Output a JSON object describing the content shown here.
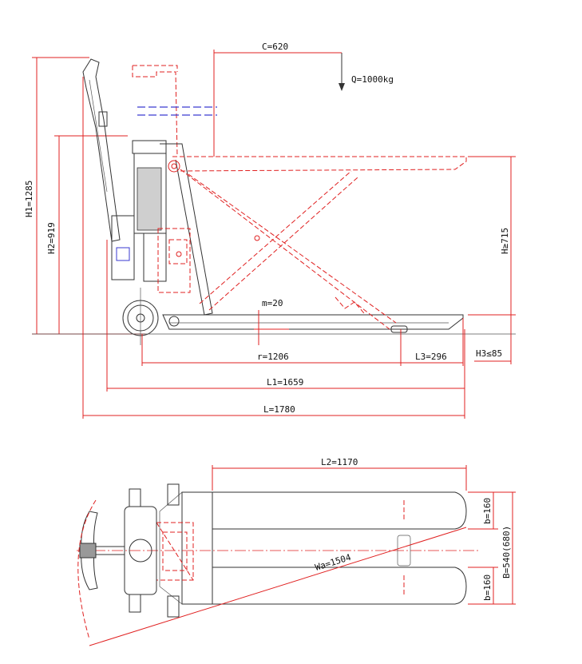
{
  "load": {
    "capacity_label": "Q=1000kg"
  },
  "side_view": {
    "dim_c": "C=620",
    "dim_h1": "H1=1285",
    "dim_h2": "H2=919",
    "dim_h_lift": "H≥715",
    "dim_m": "m=20",
    "dim_r": "r=1206",
    "dim_l3": "L3=296",
    "dim_h3": "H3≤85",
    "dim_l1": "L1=1659",
    "dim_l": "L=1780"
  },
  "top_view": {
    "dim_l2": "L2=1170",
    "dim_b_upper": "b=160",
    "dim_b_lower": "b=160",
    "dim_b_total": "B=540(680)",
    "dim_wa": "Wa=1504"
  },
  "colors": {
    "dimension_red": "#e02020",
    "outline_black": "#333333",
    "hydraulic_blue": "#3a3ad0"
  }
}
